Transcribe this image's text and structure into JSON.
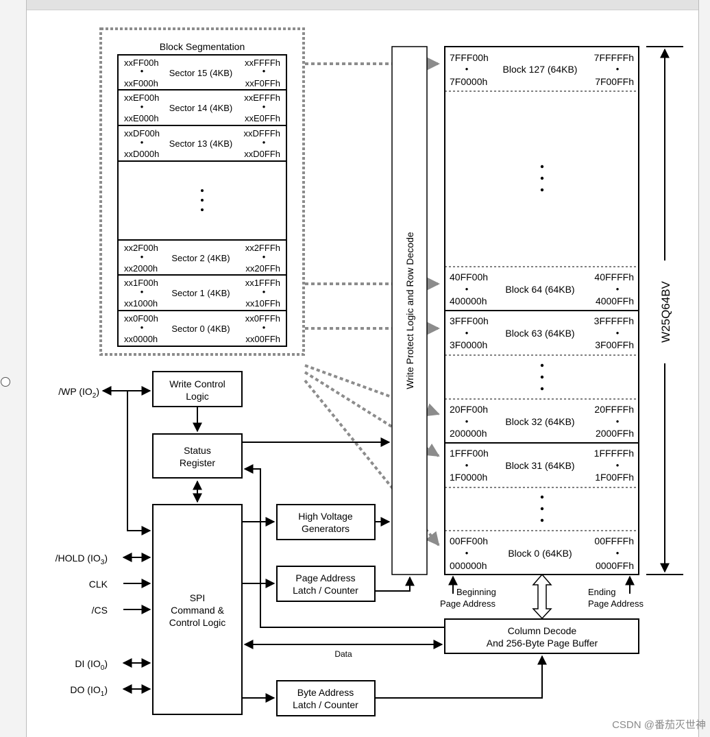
{
  "block_segmentation": {
    "title": "Block Segmentation",
    "sectors": [
      {
        "label": "Sector 15 (4KB)",
        "start_hi": "xxFF00h",
        "start_lo": "xxF000h",
        "end_hi": "xxFFFFh",
        "end_lo": "xxF0FFh"
      },
      {
        "label": "Sector 14 (4KB)",
        "start_hi": "xxEF00h",
        "start_lo": "xxE000h",
        "end_hi": "xxEFFFh",
        "end_lo": "xxE0FFh"
      },
      {
        "label": "Sector 13 (4KB)",
        "start_hi": "xxDF00h",
        "start_lo": "xxD000h",
        "end_hi": "xxDFFFh",
        "end_lo": "xxD0FFh"
      },
      {
        "label": "Sector 2 (4KB)",
        "start_hi": "xx2F00h",
        "start_lo": "xx2000h",
        "end_hi": "xx2FFFh",
        "end_lo": "xx20FFh"
      },
      {
        "label": "Sector 1 (4KB)",
        "start_hi": "xx1F00h",
        "start_lo": "xx1000h",
        "end_hi": "xx1FFFh",
        "end_lo": "xx10FFh"
      },
      {
        "label": "Sector 0 (4KB)",
        "start_hi": "xx0F00h",
        "start_lo": "xx0000h",
        "end_hi": "xx0FFFh",
        "end_lo": "xx00FFh"
      }
    ]
  },
  "memory_array": {
    "blocks": [
      {
        "label": "Block 127 (64KB)",
        "start_hi": "7FFF00h",
        "start_lo": "7F0000h",
        "end_hi": "7FFFFFh",
        "end_lo": "7F00FFh"
      },
      {
        "label": "Block 64 (64KB)",
        "start_hi": "40FF00h",
        "start_lo": "400000h",
        "end_hi": "40FFFFh",
        "end_lo": "4000FFh"
      },
      {
        "label": "Block 63 (64KB)",
        "start_hi": "3FFF00h",
        "start_lo": "3F0000h",
        "end_hi": "3FFFFFh",
        "end_lo": "3F00FFh"
      },
      {
        "label": "Block 32 (64KB)",
        "start_hi": "20FF00h",
        "start_lo": "200000h",
        "end_hi": "20FFFFh",
        "end_lo": "2000FFh"
      },
      {
        "label": "Block 31 (64KB)",
        "start_hi": "1FFF00h",
        "start_lo": "1F0000h",
        "end_hi": "1FFFFFh",
        "end_lo": "1F00FFh"
      },
      {
        "label": "Block 0 (64KB)",
        "start_hi": "00FF00h",
        "start_lo": "000000h",
        "end_hi": "00FFFFh",
        "end_lo": "0000FFh"
      }
    ],
    "chip_name": "W25Q64BV",
    "beginning_label_1": "Beginning",
    "beginning_label_2": "Page Address",
    "ending_label_1": "Ending",
    "ending_label_2": "Page Address"
  },
  "boxes": {
    "write_protect": "Write Protect Logic and Row Decode",
    "write_control_1": "Write Control",
    "write_control_2": "Logic",
    "status_1": "Status",
    "status_2": "Register",
    "spi_1": "SPI",
    "spi_2": "Command &",
    "spi_3": "Control Logic",
    "hv_1": "High Voltage",
    "hv_2": "Generators",
    "page_addr_1": "Page Address",
    "page_addr_2": "Latch / Counter",
    "byte_addr_1": "Byte Address",
    "byte_addr_2": "Latch / Counter",
    "column_1": "Column Decode",
    "column_2": "And 256-Byte Page Buffer",
    "data_label": "Data"
  },
  "pins": {
    "wp": {
      "name": "/WP (IO",
      "sub": "2",
      "close": ")"
    },
    "hold": {
      "name": "/HOLD (IO",
      "sub": "3",
      "close": ")"
    },
    "clk": {
      "name": "CLK"
    },
    "cs": {
      "name": "/CS"
    },
    "di": {
      "name": "DI (IO",
      "sub": "0",
      "close": ")"
    },
    "do": {
      "name": "DO (IO",
      "sub": "1",
      "close": ")"
    }
  },
  "watermark": "CSDN @番茄灭世神",
  "colors": {
    "line": "#000000",
    "dotted_connector": "#8c8c8c"
  }
}
